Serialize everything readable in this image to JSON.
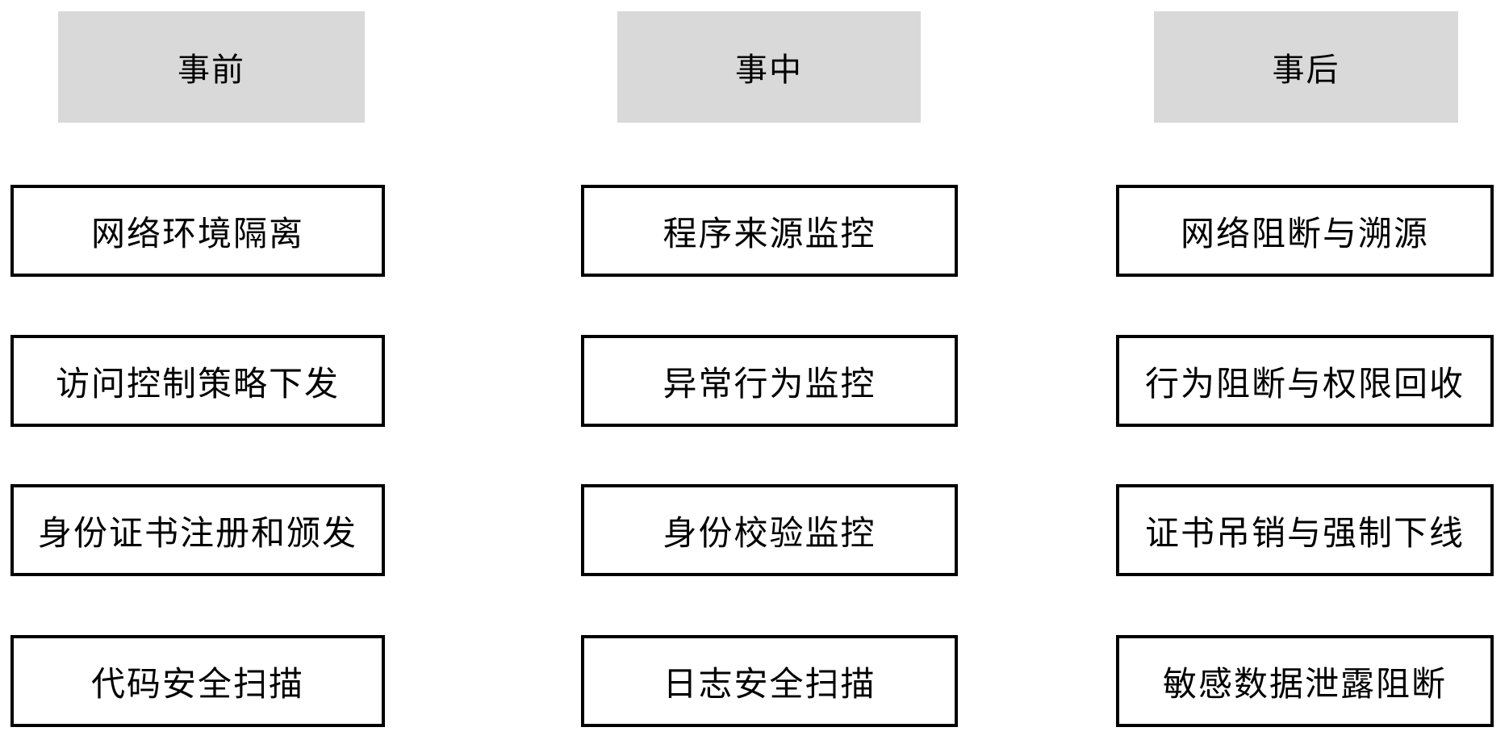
{
  "diagram": {
    "title_implicit": "安全防护三阶段流程图",
    "columns": [
      {
        "header": "事前",
        "items": [
          "网络环境隔离",
          "访问控制策略下发",
          "身份证书注册和颁发",
          "代码安全扫描"
        ]
      },
      {
        "header": "事中",
        "items": [
          "程序来源监控",
          "异常行为监控",
          "身份校验监控",
          "日志安全扫描"
        ]
      },
      {
        "header": "事后",
        "items": [
          "网络阻断与溯源",
          "行为阻断与权限回收",
          "证书吊销与强制下线",
          "敏感数据泄露阻断"
        ]
      }
    ]
  },
  "colors": {
    "canvas_bg": "#ffffff",
    "header_bg": "#d9d9d9",
    "box_bg": "#ffffff",
    "box_border": "#000000",
    "text": "#000000"
  }
}
